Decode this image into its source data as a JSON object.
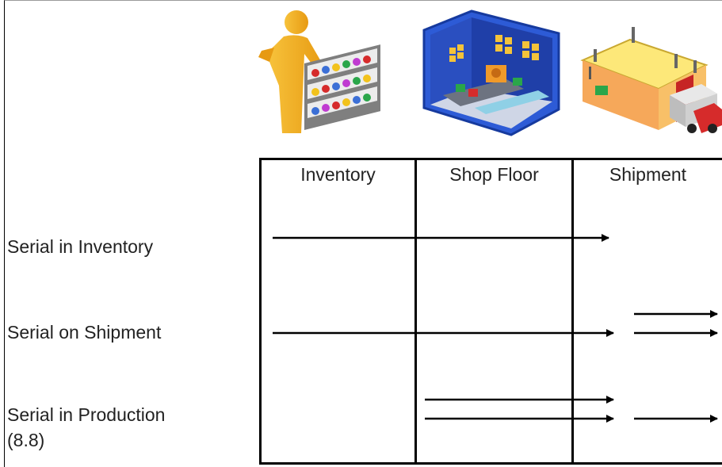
{
  "columns": [
    "Inventory",
    "Shop Floor",
    "Shipment"
  ],
  "rows": [
    {
      "label": "Serial in Inventory"
    },
    {
      "label": "Serial on Shipment"
    },
    {
      "label": "Serial in Production\n(8.8)"
    }
  ],
  "icons": [
    "person-with-shelf-icon",
    "factory-icon",
    "warehouse-truck-icon"
  ]
}
